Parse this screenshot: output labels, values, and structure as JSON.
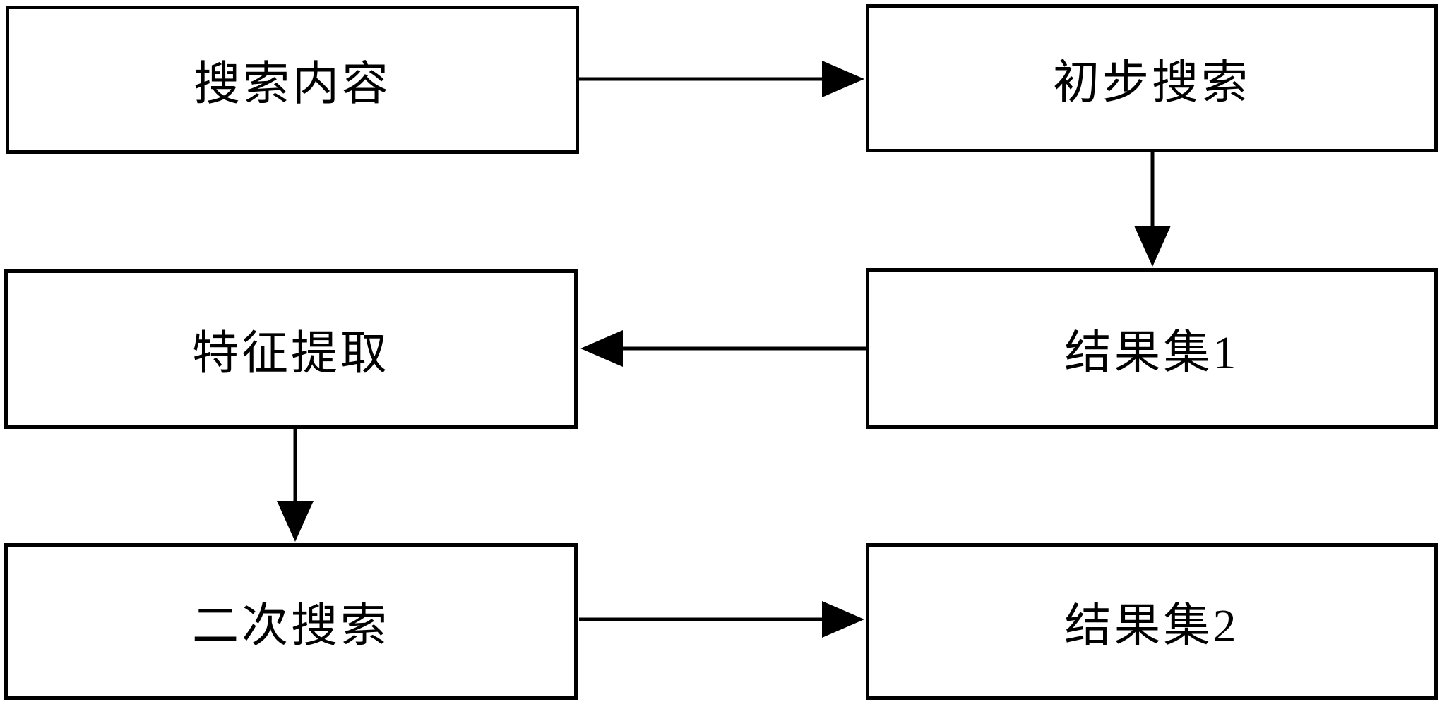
{
  "diagram": {
    "title": "search-flowchart",
    "colors": {
      "box_border": "#000000",
      "box_background": "#ffffff",
      "text": "#000000",
      "arrow": "#000000"
    },
    "nodes": [
      {
        "id": "search-content",
        "label": "搜索内容",
        "column": "left",
        "row": 1
      },
      {
        "id": "preliminary-search",
        "label": "初步搜索",
        "column": "right",
        "row": 1
      },
      {
        "id": "feature-extraction",
        "label": "特征提取",
        "column": "left",
        "row": 2
      },
      {
        "id": "result-set-1",
        "label": "结果集1",
        "column": "right",
        "row": 2
      },
      {
        "id": "secondary-search",
        "label": "二次搜索",
        "column": "left",
        "row": 3
      },
      {
        "id": "result-set-2",
        "label": "结果集2",
        "column": "right",
        "row": 3
      }
    ],
    "edges": [
      {
        "from": "搜索内容",
        "to": "初步搜索",
        "direction": "right"
      },
      {
        "from": "初步搜索",
        "to": "结果集1",
        "direction": "down"
      },
      {
        "from": "结果集1",
        "to": "特征提取",
        "direction": "left"
      },
      {
        "from": "特征提取",
        "to": "二次搜索",
        "direction": "down"
      },
      {
        "from": "二次搜索",
        "to": "结果集2",
        "direction": "right"
      }
    ]
  }
}
